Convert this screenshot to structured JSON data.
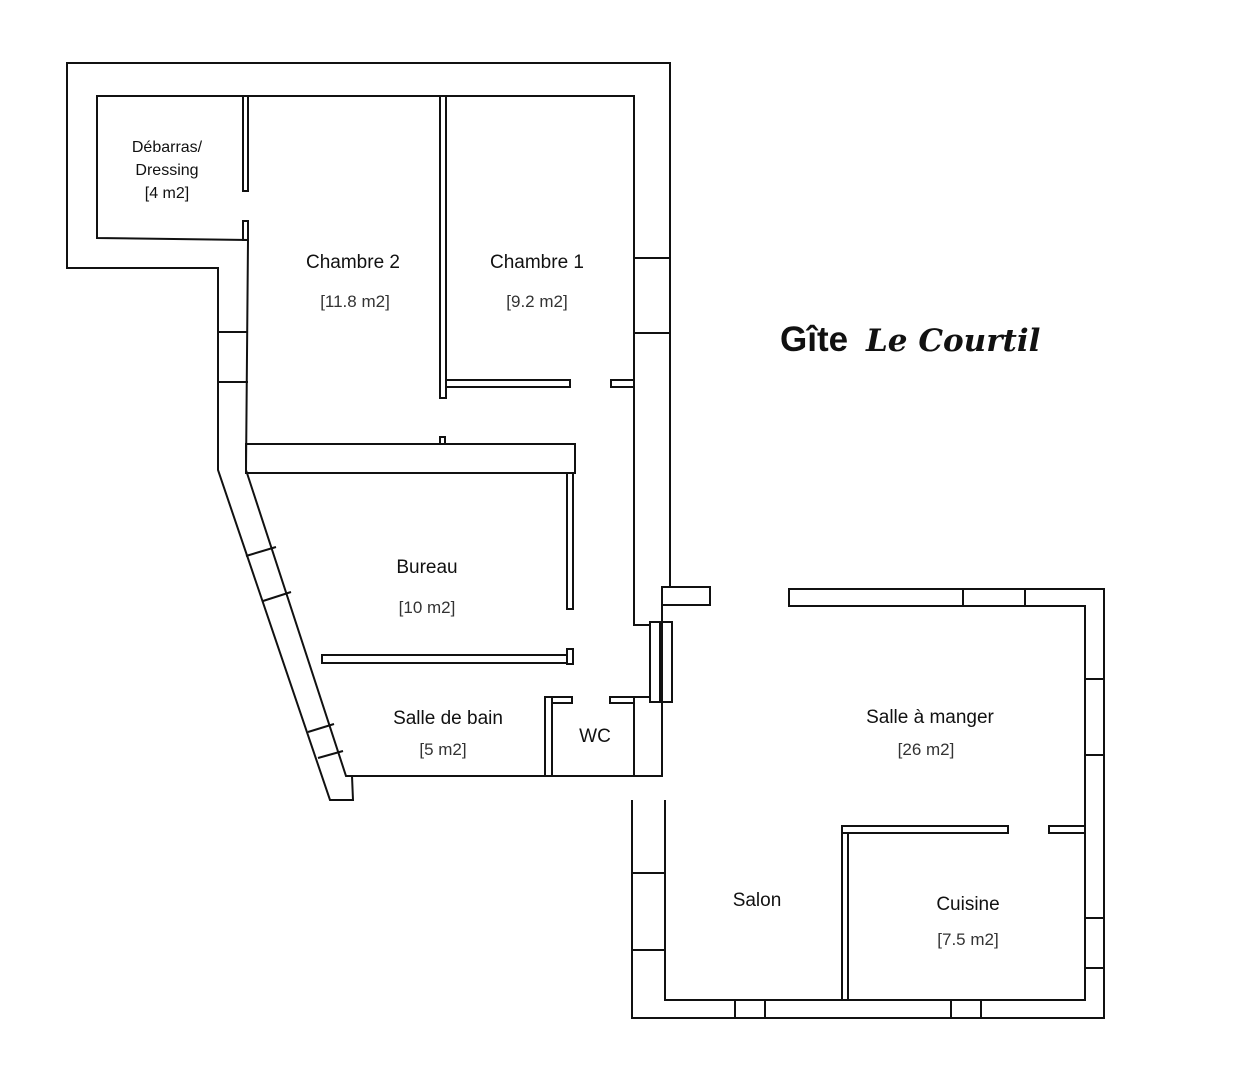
{
  "title": {
    "main": "Gîte",
    "script": "Le Courtil"
  },
  "rooms": {
    "debarras": {
      "line1": "Débarras/",
      "line2": "Dressing",
      "area": "[4 m2]"
    },
    "chambre2": {
      "name": "Chambre 2",
      "area": "[11.8 m2]"
    },
    "chambre1": {
      "name": "Chambre 1",
      "area": "[9.2 m2]"
    },
    "bureau": {
      "name": "Bureau",
      "area": "[10 m2]"
    },
    "salle_de_bain": {
      "name": "Salle de bain",
      "area": "[5 m2]"
    },
    "wc": {
      "name": "WC"
    },
    "salle_a_manger": {
      "name": "Salle à manger",
      "area": "[26 m2]"
    },
    "salon": {
      "name": "Salon"
    },
    "cuisine": {
      "name": "Cuisine",
      "area": "[7.5 m2]"
    }
  },
  "colors": {
    "wall": "#111111",
    "background": "#ffffff"
  }
}
